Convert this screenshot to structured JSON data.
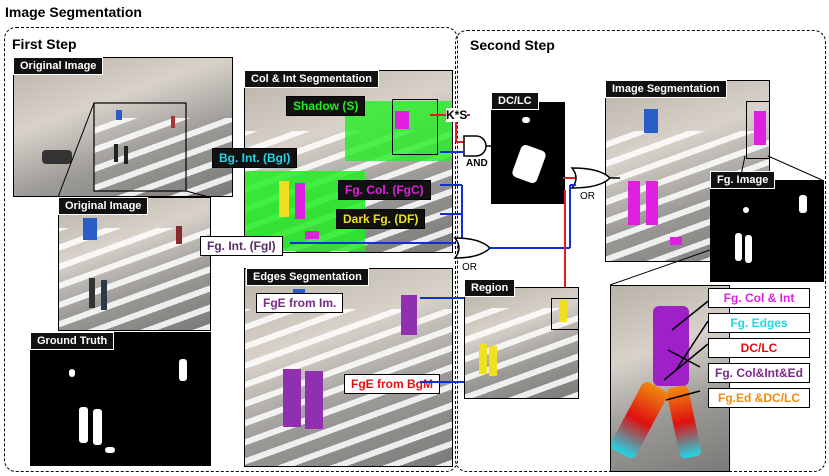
{
  "title": "Image Segmentation",
  "first_step": {
    "title": "First Step",
    "original_image_1": "Original Image",
    "original_image_2": "Original Image",
    "ground_truth": "Ground Truth",
    "col_int": {
      "header": "Col & Int Segmentation",
      "shadow": "Shadow (S)",
      "bg_int": "Bg. Int. (BgI)",
      "fg_col": "Fg. Col. (FgC)",
      "dark_fg": "Dark Fg. (DF)",
      "fg_int": "Fg. Int. (FgI)"
    },
    "edges": {
      "header": "Edges Segmentation",
      "fge_im": "FgE from Im.",
      "fge_bgm": "FgE from BgM"
    }
  },
  "second_step": {
    "title": "Second Step",
    "dclc": "DC/LC",
    "region": "Region",
    "image_segmentation": "Image Segmentation",
    "fg_image": "Fg. Image",
    "ks": "K*S",
    "and": "AND",
    "or1": "OR",
    "or2": "OR"
  },
  "legend": [
    {
      "label": "Fg. Col & Int",
      "color": "#e020e0"
    },
    {
      "label": "Fg. Edges",
      "color": "#20d8e8"
    },
    {
      "label": "DC/LC",
      "color": "#e01010"
    },
    {
      "label": "Fg. Col&Int&Ed",
      "color": "#7a2a8a"
    },
    {
      "label": "Fg.Ed &DC/LC",
      "color": "#f08a10"
    }
  ],
  "colors": {
    "wire_red": "#e02020",
    "wire_blue": "#1030d0",
    "shadow_green": "#22ee22",
    "bg_int_cyan": "#20d8e8",
    "fg_col_magenta": "#e020e0",
    "dark_fg_yellow": "#f0e020"
  }
}
